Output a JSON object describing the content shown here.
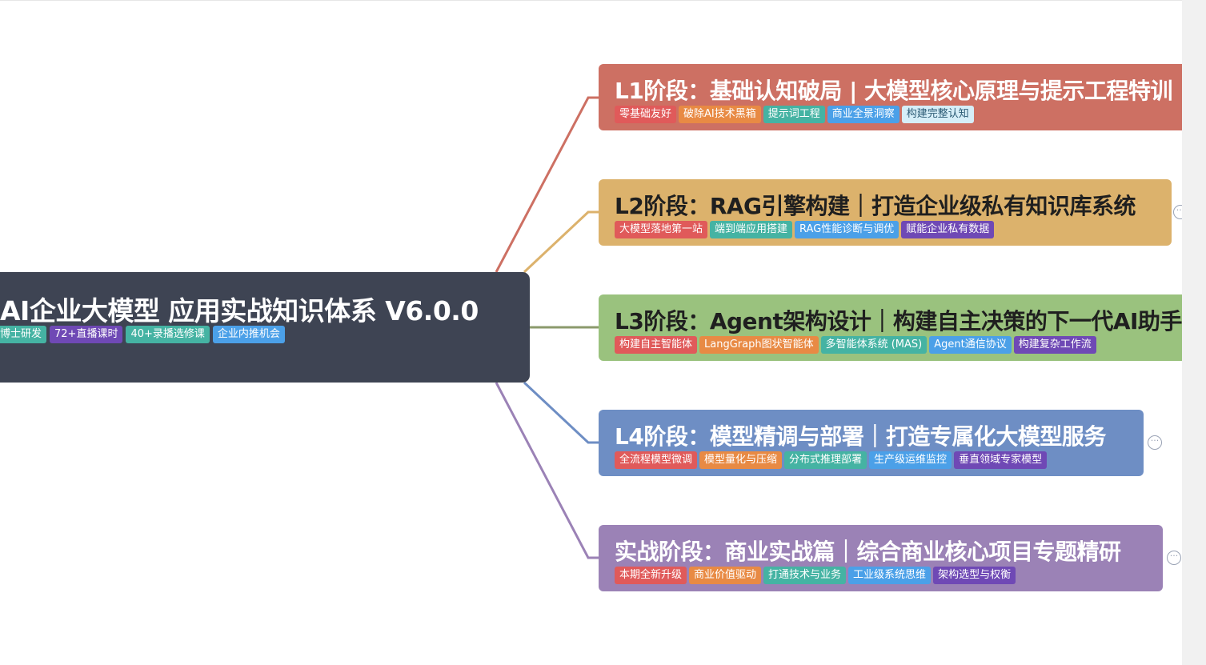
{
  "root": {
    "title": "AI企业大模型 应用实战知识体系 V6.0.0",
    "tags": [
      "理工博士研发",
      "72+直播课时",
      "40+录播选修课",
      "企业内推机会"
    ]
  },
  "stages": [
    {
      "title": "L1阶段：基础认知破局 | 大模型核心原理与提示工程特训",
      "color": "#cd7063",
      "text_color": "#ffffff",
      "tags": [
        "零基础友好",
        "破除AI技术黑箱",
        "提示词工程",
        "商业全景洞察",
        "构建完整认知"
      ]
    },
    {
      "title": "L2阶段：RAG引擎构建｜打造企业级私有知识库系统",
      "color": "#dcb26c",
      "text_color": "#1f1f1f",
      "tags": [
        "大模型落地第一站",
        "端到端应用搭建",
        "RAG性能诊断与调优",
        "赋能企业私有数据"
      ]
    },
    {
      "title": "L3阶段：Agent架构设计｜构建自主决策的下一代AI助手",
      "color": "#9ac27e",
      "text_color": "#1f1f1f",
      "tags": [
        "构建自主智能体",
        "LangGraph图状智能体",
        "多智能体系统 (MAS)",
        "Agent通信协议",
        "构建复杂工作流"
      ]
    },
    {
      "title": "L4阶段：模型精调与部署｜打造专属化大模型服务",
      "color": "#6e8ec4",
      "text_color": "#ffffff",
      "tags": [
        "全流程模型微调",
        "模型量化与压缩",
        "分布式推理部署",
        "生产级运维监控",
        "垂直领域专家模型"
      ]
    },
    {
      "title": "实战阶段：商业实战篇｜综合商业核心项目专题精研",
      "color": "#9b82b6",
      "text_color": "#ffffff",
      "tags": [
        "本期全新升级",
        "商业价值驱动",
        "打通技术与业务",
        "工业级系统思维",
        "架构选型与权衡"
      ]
    }
  ],
  "icons": {
    "collapse": "more-icon"
  },
  "collapse_symbol": "···"
}
